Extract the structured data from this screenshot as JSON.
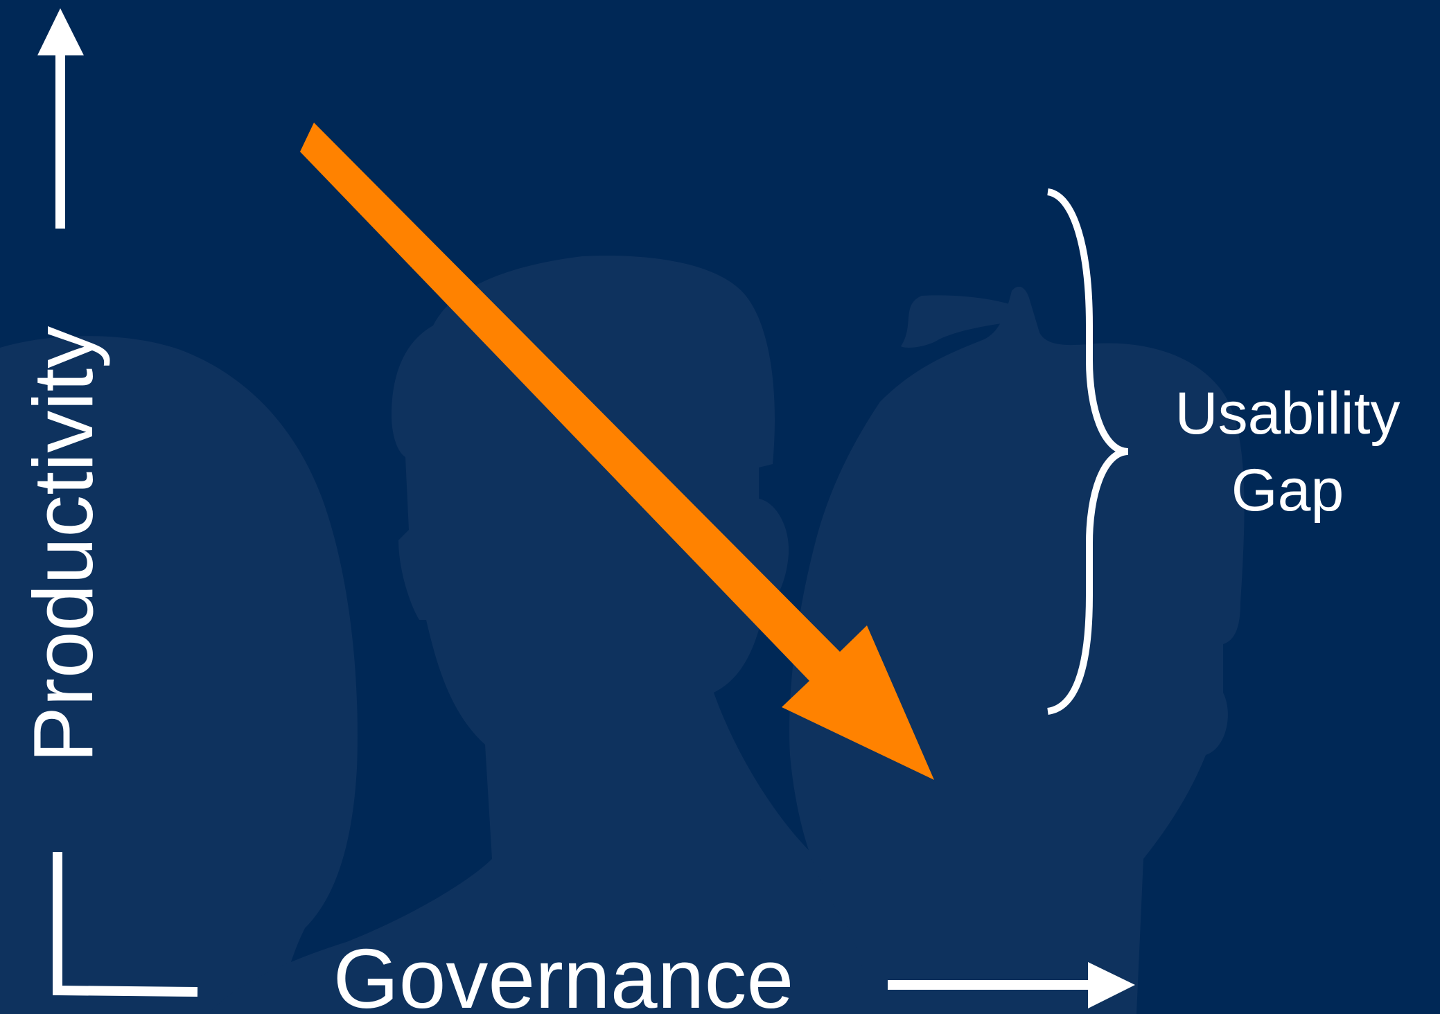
{
  "diagram": {
    "y_axis_label": "Productivity",
    "x_axis_label": "Governance",
    "gap_label_line1": "Usability",
    "gap_label_line2": "Gap"
  },
  "colors": {
    "background": "#002856",
    "silhouette": "#0E325E",
    "arrow": "#FF8200",
    "lines_and_text": "#FFFFFF"
  },
  "icons": {
    "y_axis_arrow": "arrow-up-icon",
    "x_axis_arrow": "arrow-right-icon",
    "trend_arrow": "arrow-down-right-icon",
    "gap_brace": "curly-brace-icon"
  }
}
